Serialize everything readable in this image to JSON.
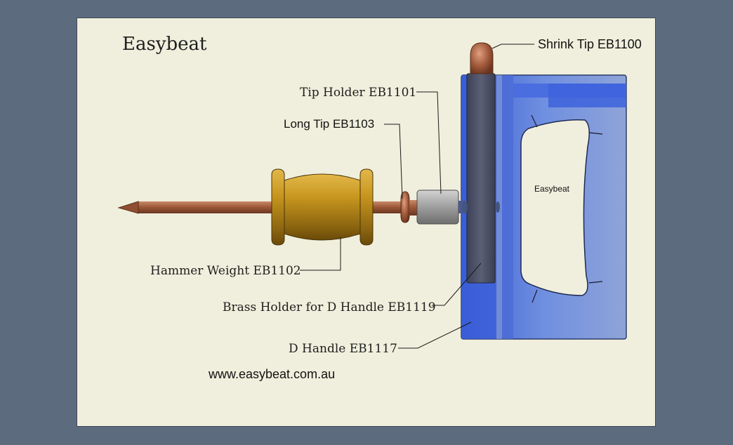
{
  "brand_title": "Easybeat",
  "handle_label": "Easybeat",
  "website": "www.easybeat.com.au",
  "labels": {
    "shrink_tip": "Shrink Tip EB1100",
    "tip_holder": "Tip Holder EB1101",
    "long_tip": "Long Tip EB1103",
    "hammer_weight": "Hammer Weight EB1102",
    "brass_holder": "Brass Holder for D Handle EB1119",
    "d_handle": "D Handle EB1117"
  },
  "colors": {
    "background": "#5d6b7e",
    "panel": "#f0efdd",
    "copper": "#9c5a3c",
    "brass": "#c6951c",
    "d_handle_blue": "#4a6ed6",
    "tip_holder_grey": "#9a9a9a"
  }
}
